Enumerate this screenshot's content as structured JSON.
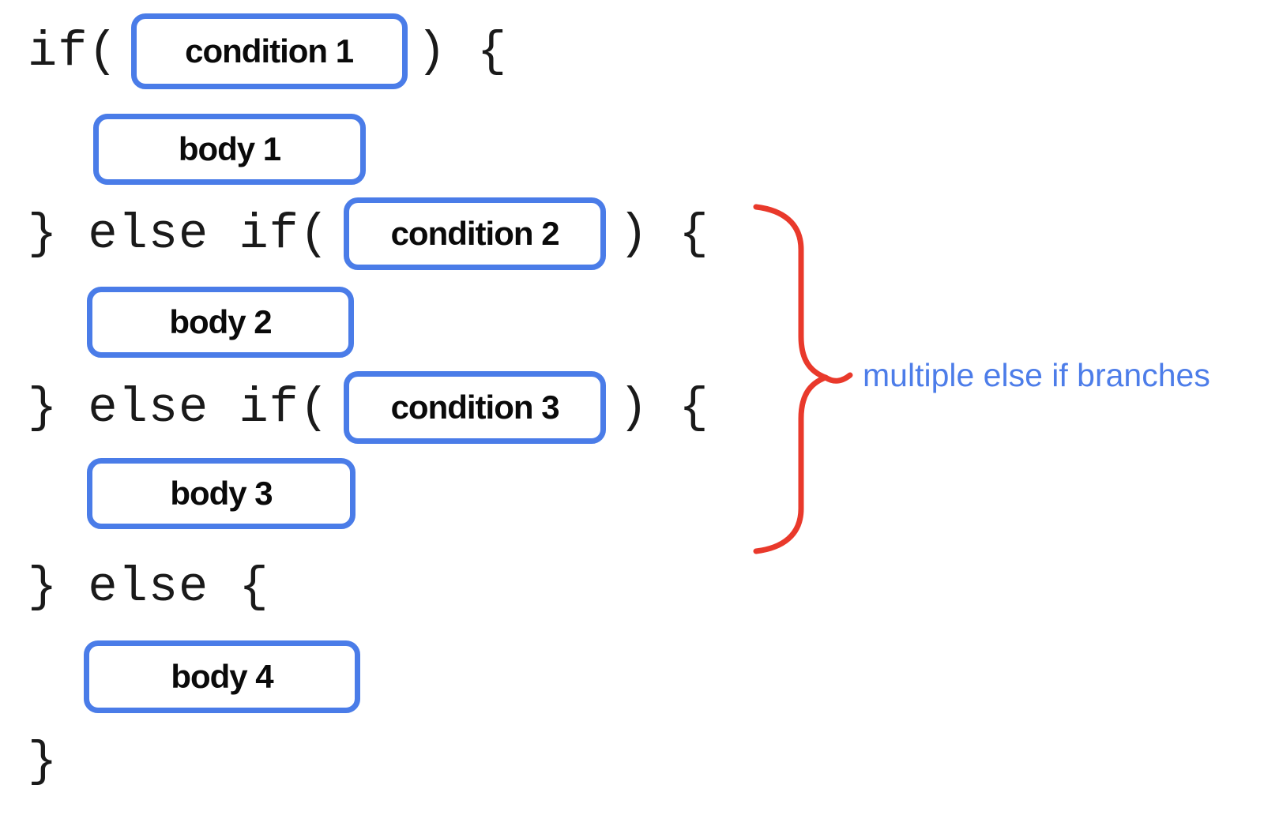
{
  "colors": {
    "background": "#ffffff",
    "box_border": "#4a7ce8",
    "box_fill": "#ffffff",
    "code_text": "#1a1a1a",
    "box_text": "#0a0a0a",
    "brace": "#e9392b",
    "annotation_text": "#4d7de9"
  },
  "code": {
    "line1": {
      "before": "if(",
      "box": "condition 1",
      "after": ") {"
    },
    "line2": {
      "box": "body 1"
    },
    "line3": {
      "before": "} else if(",
      "box": "condition 2",
      "after": ") {"
    },
    "line4": {
      "box": "body 2"
    },
    "line5": {
      "before": "} else if(",
      "box": "condition 3",
      "after": ") {"
    },
    "line6": {
      "box": "body 3"
    },
    "line7": {
      "text": "} else {"
    },
    "line8": {
      "box": "body 4"
    },
    "line9": {
      "text": "}"
    }
  },
  "annotation": {
    "label": "multiple else if branches"
  }
}
